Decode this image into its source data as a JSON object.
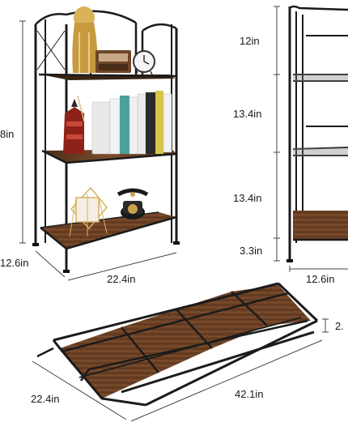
{
  "dimensions": {
    "shelf_height_cut": "8in",
    "shelf_depth": "12.6in",
    "shelf_width": "22.4in",
    "side_top": "12in",
    "side_mid1": "13.4in",
    "side_mid2": "13.4in",
    "side_bottom": "3.3in",
    "side_depth": "12.6in",
    "folded_thickness_cut": "2.",
    "folded_width": "22.4in",
    "folded_length": "42.1in"
  },
  "clock_glyph": "clock-icon",
  "colors": {
    "frame": "#1b1b1b",
    "wood": "#5b3a22",
    "wood_light": "#8a5a35",
    "dim_line": "#444444"
  }
}
